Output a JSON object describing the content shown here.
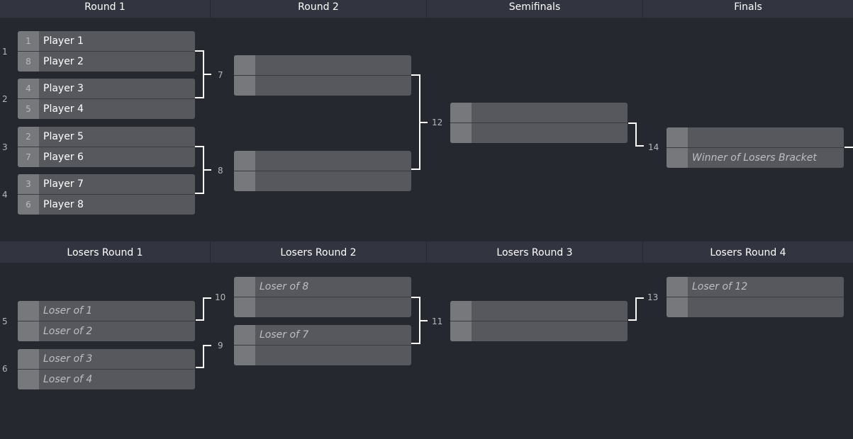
{
  "headers": {
    "winners": [
      "Round 1",
      "Round 2",
      "Semifinals",
      "Finals"
    ],
    "losers": [
      "Losers Round 1",
      "Losers Round 2",
      "Losers Round 3",
      "Losers Round 4"
    ]
  },
  "matches": {
    "m1": {
      "number": "1",
      "top": {
        "seed": "1",
        "name": "Player 1"
      },
      "bottom": {
        "seed": "8",
        "name": "Player 2"
      }
    },
    "m2": {
      "number": "2",
      "top": {
        "seed": "4",
        "name": "Player 3"
      },
      "bottom": {
        "seed": "5",
        "name": "Player 4"
      }
    },
    "m3": {
      "number": "3",
      "top": {
        "seed": "2",
        "name": "Player 5"
      },
      "bottom": {
        "seed": "7",
        "name": "Player 6"
      }
    },
    "m4": {
      "number": "4",
      "top": {
        "seed": "3",
        "name": "Player 7"
      },
      "bottom": {
        "seed": "6",
        "name": "Player 8"
      }
    },
    "m7": {
      "number": "7",
      "top": {
        "seed": "",
        "name": ""
      },
      "bottom": {
        "seed": "",
        "name": ""
      }
    },
    "m8": {
      "number": "8",
      "top": {
        "seed": "",
        "name": ""
      },
      "bottom": {
        "seed": "",
        "name": ""
      }
    },
    "m12": {
      "number": "12",
      "top": {
        "seed": "",
        "name": ""
      },
      "bottom": {
        "seed": "",
        "name": ""
      }
    },
    "m14": {
      "number": "14",
      "top": {
        "seed": "",
        "name": ""
      },
      "bottom": {
        "seed": "",
        "name": "Winner of Losers Bracket"
      }
    },
    "m5": {
      "number": "5",
      "top": {
        "seed": "",
        "name": "Loser of 1"
      },
      "bottom": {
        "seed": "",
        "name": "Loser of 2"
      }
    },
    "m6": {
      "number": "6",
      "top": {
        "seed": "",
        "name": "Loser of 3"
      },
      "bottom": {
        "seed": "",
        "name": "Loser of 4"
      }
    },
    "m10": {
      "number": "10",
      "top": {
        "seed": "",
        "name": "Loser of 8"
      },
      "bottom": {
        "seed": "",
        "name": ""
      }
    },
    "m9": {
      "number": "9",
      "top": {
        "seed": "",
        "name": "Loser of 7"
      },
      "bottom": {
        "seed": "",
        "name": ""
      }
    },
    "m11": {
      "number": "11",
      "top": {
        "seed": "",
        "name": ""
      },
      "bottom": {
        "seed": "",
        "name": ""
      }
    },
    "m13": {
      "number": "13",
      "top": {
        "seed": "",
        "name": "Loser of 12"
      },
      "bottom": {
        "seed": "",
        "name": ""
      }
    }
  }
}
